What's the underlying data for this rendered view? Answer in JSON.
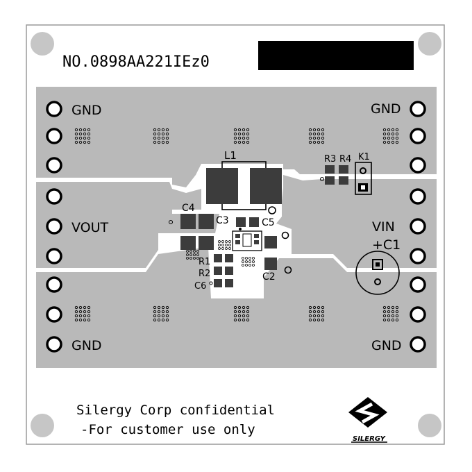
{
  "board_number": "NO.0898AA221IEz0",
  "confidential_line1": "Silergy Corp confidential",
  "confidential_line2": "-For customer use only",
  "logo_text": "SILERGY",
  "net_labels": {
    "gnd_top_left": "GND",
    "gnd_top_right": "GND",
    "vout": "VOUT",
    "vin": "VIN",
    "gnd_bottom_left": "GND",
    "gnd_bottom_right": "GND"
  },
  "components": {
    "l1": "L1",
    "c1": "+C1",
    "c2": "C2",
    "c3": "C3",
    "c4": "C4",
    "c5": "C5",
    "c6": "C6",
    "r1": "R1",
    "r2": "R2",
    "r3": "R3",
    "r4": "R4",
    "k1": "K1"
  },
  "colors": {
    "board": "#ffffff",
    "copper": "#b9b9b9",
    "pad": "#3c3c3c",
    "outline": "#9a9a9a",
    "redaction": "#000000"
  }
}
